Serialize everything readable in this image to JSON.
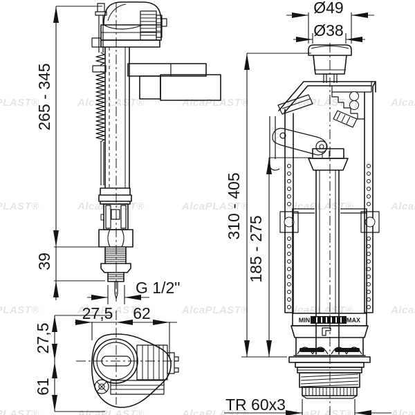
{
  "watermark": {
    "text": "AlcaPLAST®"
  },
  "fill_valve": {
    "dims": {
      "height_range": "265 - 345",
      "shank_length": "39",
      "inlet_thread": "G 1/2\"",
      "top_view_width_left": "27,5",
      "top_view_width_right": "62",
      "top_view_depth_upper": "27,5",
      "top_view_depth_lower": "61"
    }
  },
  "flush_valve": {
    "dims": {
      "button_outer_diameter": "Ø49",
      "button_inner_diameter": "Ø38",
      "height_range": "310 - 405",
      "overflow_height_range": "185 - 275",
      "bottom_thread": "TR 60x3"
    },
    "labels": {
      "min": "MIN",
      "max": "MAX"
    }
  }
}
